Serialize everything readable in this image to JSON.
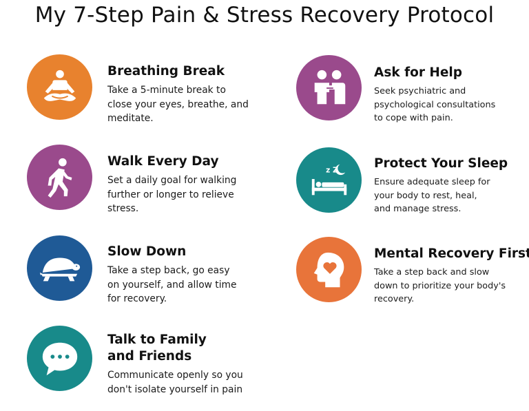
{
  "title": "My 7-Step Pain & Stress Recovery Protocol",
  "colors": {
    "orange": "#E8822E",
    "purple": "#9A4A8C",
    "navy": "#1F5A96",
    "teal": "#188A8A",
    "burnt_orange": "#E8743A"
  },
  "steps": [
    {
      "icon": "meditation-icon",
      "heading": [
        "Breathing Break"
      ],
      "description": [
        "Take a 5-minute break to",
        "close your eyes, breathe, and",
        "meditate."
      ]
    },
    {
      "icon": "walking-person-icon",
      "heading": [
        "Walk Every Day"
      ],
      "description": [
        "Set a daily goal for walking",
        "further or longer to relieve",
        "stress."
      ]
    },
    {
      "icon": "turtle-icon",
      "heading": [
        "Slow Down"
      ],
      "description": [
        "Take a step back, go easy",
        "on yourself, and allow time",
        "for recovery."
      ]
    },
    {
      "icon": "speech-bubble-icon",
      "heading": [
        "Talk to Family",
        "and Friends"
      ],
      "description": [
        "Communicate openly so you",
        "don't isolate yourself in pain"
      ]
    },
    {
      "icon": "support-people-icon",
      "heading": [
        "Ask for Help"
      ],
      "description": [
        "Seek psychiatric and",
        "psychological consultations",
        "to cope with pain."
      ]
    },
    {
      "icon": "sleep-bed-icon",
      "heading": [
        "Protect Your Sleep"
      ],
      "description": [
        "Ensure adequate sleep for",
        "your body to rest, heal,",
        "and manage stress."
      ]
    },
    {
      "icon": "head-heart-icon",
      "heading": [
        "Mental Recovery First"
      ],
      "description": [
        "Take a step back and slow",
        "down to prioritize your body's",
        "recovery."
      ]
    }
  ],
  "icon_glyphs": {
    "sleep_text": "z Z"
  }
}
